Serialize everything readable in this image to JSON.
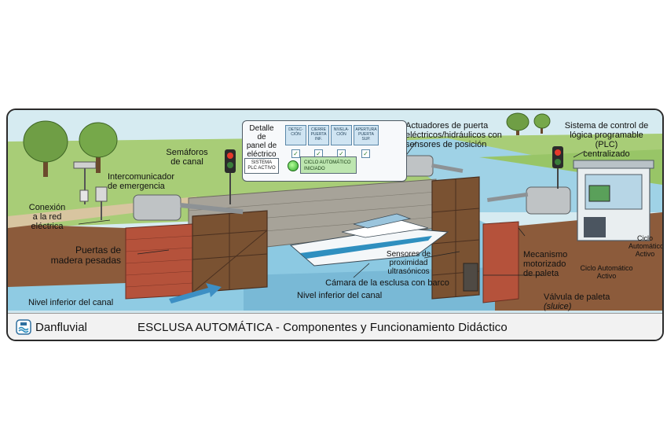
{
  "footer": {
    "brand": "Danfluvial",
    "title": "ESCLUSA AUTOMÁTICA - Componentes y Funcionamiento Didáctico"
  },
  "labels": {
    "semaforos": "Semáforos\nde canal",
    "intercom": "Intercomunicador\nde emergencia",
    "red_electrica": "Conexión\na la red\neléctrica",
    "puertas": "Puertas de\nmadera pesadas",
    "nivel_inferior_1": "Nivel inferior del canal",
    "nivel_inferior_2": "Nivel inferior del canal",
    "panel_detalle": "Detalle de\npanel de\neléctrico",
    "actuadores": "Actuadores de puerta\neléctricos/hidráulicos con\nsensores de posición",
    "plc": "Sistema de control de\nlógica programable (PLC)\ncentralizado",
    "ciclo_activo_1": "Ciclo\nAutomático\nActivo",
    "ciclo_activo_2": "Ciclo Automático\nActivo",
    "mecanismo": "Mecanismo\nmotorizado\nde paleta",
    "sensores": "Sensores de\nproximidad\nultrasónicos",
    "camara": "Cámara de la esclusa con barco",
    "valvula": "Válvula de paleta",
    "valvula_italic": "(sluice)"
  },
  "panel": {
    "steps": [
      "DETEC-\nCIÓN",
      "CIERRE\nPUERTA\nINF.",
      "NIVELA-\nCIÓN",
      "APERTURA\nPUERTA\nSUP."
    ],
    "sistema": "SISTEMA\nPLC ACTIVO",
    "ciclo": "CICLO AUTOMÁTICO\nINICIADO",
    "check": "✓"
  },
  "colors": {
    "sky": "#cfe6ee",
    "grass": "#9cc46b",
    "water": "#8cc9e2",
    "soil": "#8a5a3c",
    "brick": "#b5523b",
    "wood": "#7a5232",
    "stone": "#a9a59b",
    "boat_stripe": "#2f8fbf"
  },
  "icons": [
    "tree-icon",
    "traffic-light-icon",
    "intercom-icon",
    "boat-icon",
    "plc-cabinet-icon",
    "logo-icon"
  ]
}
